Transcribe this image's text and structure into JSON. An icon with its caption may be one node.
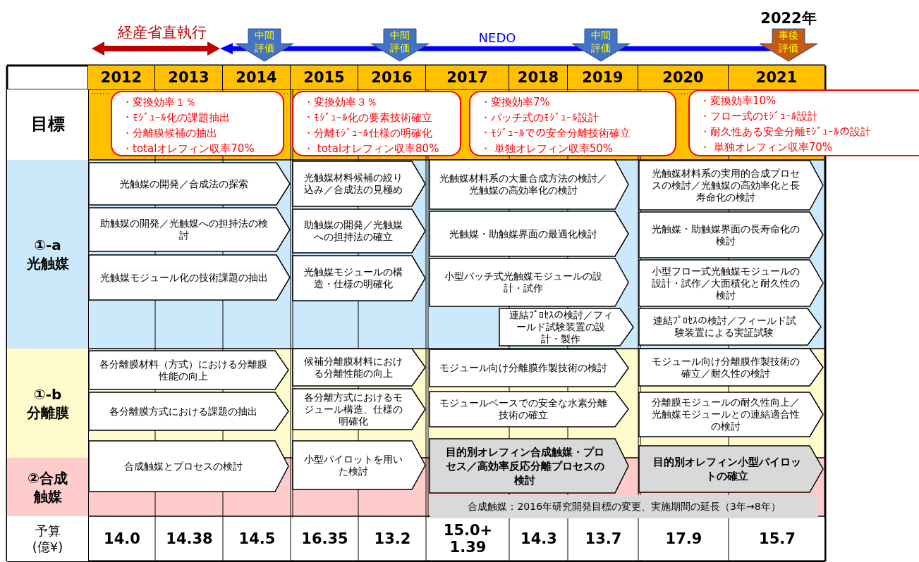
{
  "diagram": {
    "nodes": [
      {
        "text": [
          "中間評価"
        ]
      },
      {
        "text": [
          "中間評価"
        ]
      },
      {
        "text": [
          "中間評価"
        ]
      },
      {
        "text": [
          "事後評価"
        ],
        "beside": [
          "2022年"
        ]
      },
      {
        "text": [
          "・変換効率１％",
          "・ﾓｼﾞｭｰﾙ化の課題抽出",
          "・分離膜候補の抽出",
          "・totalオレフィン収率70%"
        ]
      },
      {
        "text": [
          "・変換効率３％",
          "・ﾓｼﾞｭｰﾙ化の要素技術確立",
          "・分離ﾓｼﾞｭｰﾙ仕様の明確化",
          "・ totalオレフィン収率80%"
        ]
      },
      {
        "text": [
          "・変換効率7%",
          "・バッチ式のﾓｼﾞｭｰﾙ設計",
          "・ﾓｼﾞｭｰﾙでの安全分離技術確立",
          "・ 単独オレフィン収率50%"
        ]
      },
      {
        "text": [
          "・変換効率10%",
          "・フロー式のﾓｼﾞｭｰﾙ設計",
          "・耐久性ある安全分離ﾓｼﾞｭｰﾙの設計",
          "・ 単独オレフィン収率70%"
        ]
      },
      {
        "text": [
          "光触媒の開発／合成法の探索"
        ]
      },
      {
        "text": [
          "助触媒の開発／光触媒への担持法の検討"
        ]
      },
      {
        "text": [
          "光触媒モジュール化の技術課題の抽出"
        ]
      },
      {
        "text": [
          "光触媒材料候補の絞り込み／合成法の見極め"
        ]
      },
      {
        "text": [
          "助触媒の開発／光触媒への担持法の確立"
        ]
      },
      {
        "text": [
          "光触媒モジュールの構造・仕様の明確化"
        ]
      },
      {
        "text": [
          "光触媒材料系の大量合成方法の検討／光触媒の高効率化の検討"
        ]
      },
      {
        "text": [
          "光触媒・助触媒界面の最適化検討"
        ]
      },
      {
        "text": [
          "小型バッチ式光触媒モジュールの設計・試作"
        ]
      },
      {
        "text": [
          "連結ﾌﾟﾛｾｽの検討／フィールド試験装置の設計・製作"
        ]
      },
      {
        "text": [
          "光触媒材料系の実用的合成プロセスの検討／光触媒の高効率化と長寿命化の検討"
        ]
      },
      {
        "text": [
          "光触媒・助触媒界面の長寿命化の検討"
        ]
      },
      {
        "text": [
          "小型フロー式光触媒モジュールの設計・試作／大面積化と耐久性の検討"
        ]
      },
      {
        "text": [
          "連結ﾌﾟﾛｾｽの検討／フィールド試験装置による実証試験"
        ]
      },
      {
        "text": [
          "各分離膜材料（方式）における分離膜性能の向上"
        ]
      },
      {
        "text": [
          "各分離膜方式における課題の抽出"
        ]
      },
      {
        "text": [
          "候補分離膜材料における分離性能の向上"
        ]
      },
      {
        "text": [
          "各分離方式におけるモジュール構造、仕様の明確化"
        ]
      },
      {
        "text": [
          "モジュール向け分離膜作製技術の検討"
        ]
      },
      {
        "text": [
          "モジュールベースでの安全な水素分離技術の確立"
        ]
      },
      {
        "text": [
          "モジュール向け分離膜作製技術の確立／耐久性の検討"
        ]
      },
      {
        "text": [
          "分離膜モジュールの耐久性向上／光触媒モジュールとの連結適合性の検討"
        ]
      },
      {
        "text": [
          "合成触媒とプロセスの検討"
        ]
      },
      {
        "text": [
          "小型パイロットを用いた検討"
        ]
      },
      {
        "text": [
          "目的別オレフィン合成触媒・プロセス／高効率反応分離プロセスの検討"
        ]
      },
      {
        "text": [
          "目的別オレフィン小型パイロットの確立"
        ]
      },
      {
        "text": [
          "合成触媒：2016年研究開発目標の変更、実施期間の延長（3年→8年）"
        ]
      }
    ],
    "labels": [
      "経産省直執行",
      "NEDO",
      "2012",
      "2013",
      "2014",
      "2015",
      "2016",
      "2017",
      "2018",
      "2019",
      "2020",
      "2021",
      "目標",
      "①-a",
      "光触媒",
      "①-b",
      "分離膜",
      "②合成",
      "触媒",
      "予算",
      "(億¥)",
      "14.0",
      "14.38",
      "14.5",
      "16.35",
      "13.2",
      "15.0+ 1.39",
      "14.3",
      "13.7",
      "17.9",
      "15.7"
    ]
  }
}
